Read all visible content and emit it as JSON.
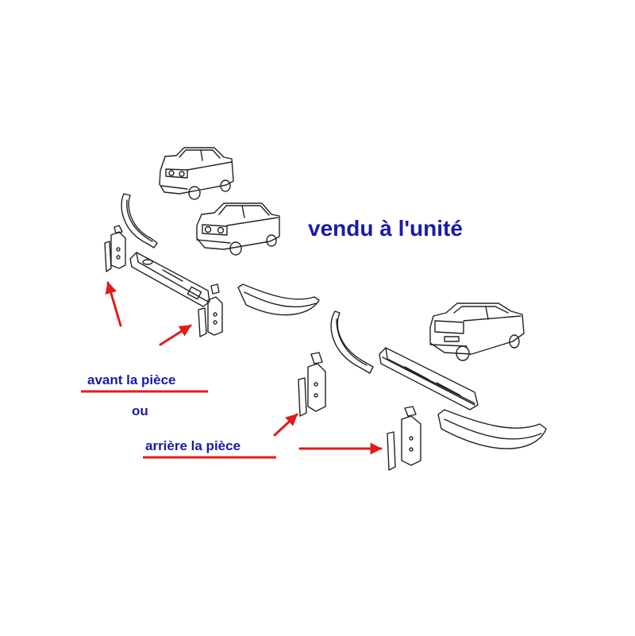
{
  "labels": {
    "sold_note": "vendu à l'unité",
    "front": "avant la pièce",
    "or": "ou",
    "rear": "arrière la pièce"
  },
  "colors": {
    "label_text": "#1a1aa6",
    "arrow": "#e11b1b",
    "underline": "#e11b1b",
    "line_art": "#222222"
  },
  "icons": {
    "car_views": [
      "car-front-three-quarter-icon",
      "car-front-three-quarter-icon",
      "car-rear-three-quarter-icon"
    ],
    "parts": [
      "bumper-bar",
      "bumper-bracket",
      "over-rider",
      "light-lens"
    ]
  }
}
